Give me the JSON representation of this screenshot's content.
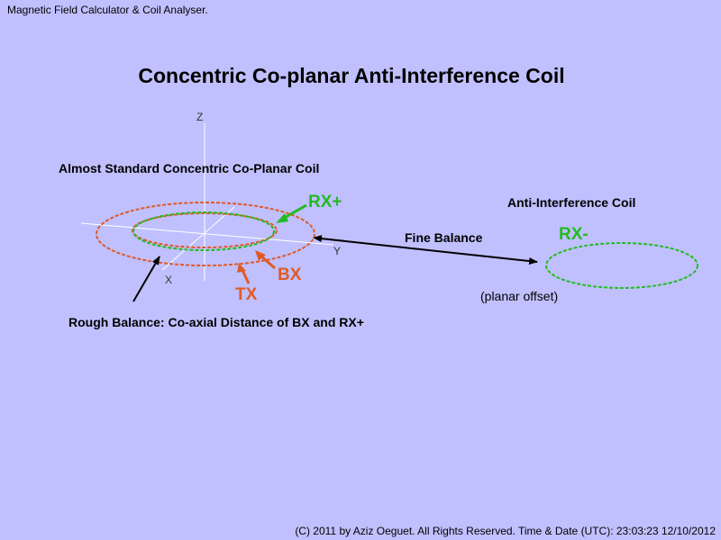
{
  "app_title": "Magnetic Field Calculator & Coil Analyser.",
  "title": "Concentric Co-planar Anti-Interference Coil",
  "axes": {
    "z": "Z",
    "x": "X",
    "y": "Y"
  },
  "labels": {
    "standard_coil": "Almost Standard Concentric Co-Planar Coil",
    "anti_coil": "Anti-Interference Coil",
    "rx_plus": "RX+",
    "rx_minus": "RX-",
    "bx": "BX",
    "tx": "TX",
    "fine_balance": "Fine Balance",
    "planar_offset": "(planar offset)",
    "rough_balance": "Rough Balance: Co-axial Distance of BX and RX+"
  },
  "colors": {
    "background": "#c0c0ff",
    "tx_bx": "#e05a28",
    "rx": "#22bb22",
    "axis": "#ffffff",
    "arrow": "#000000"
  },
  "footer": "(C) 2011 by Aziz Oeguet. All Rights Reserved.  Time & Date (UTC): 23:03:23  12/10/2012"
}
